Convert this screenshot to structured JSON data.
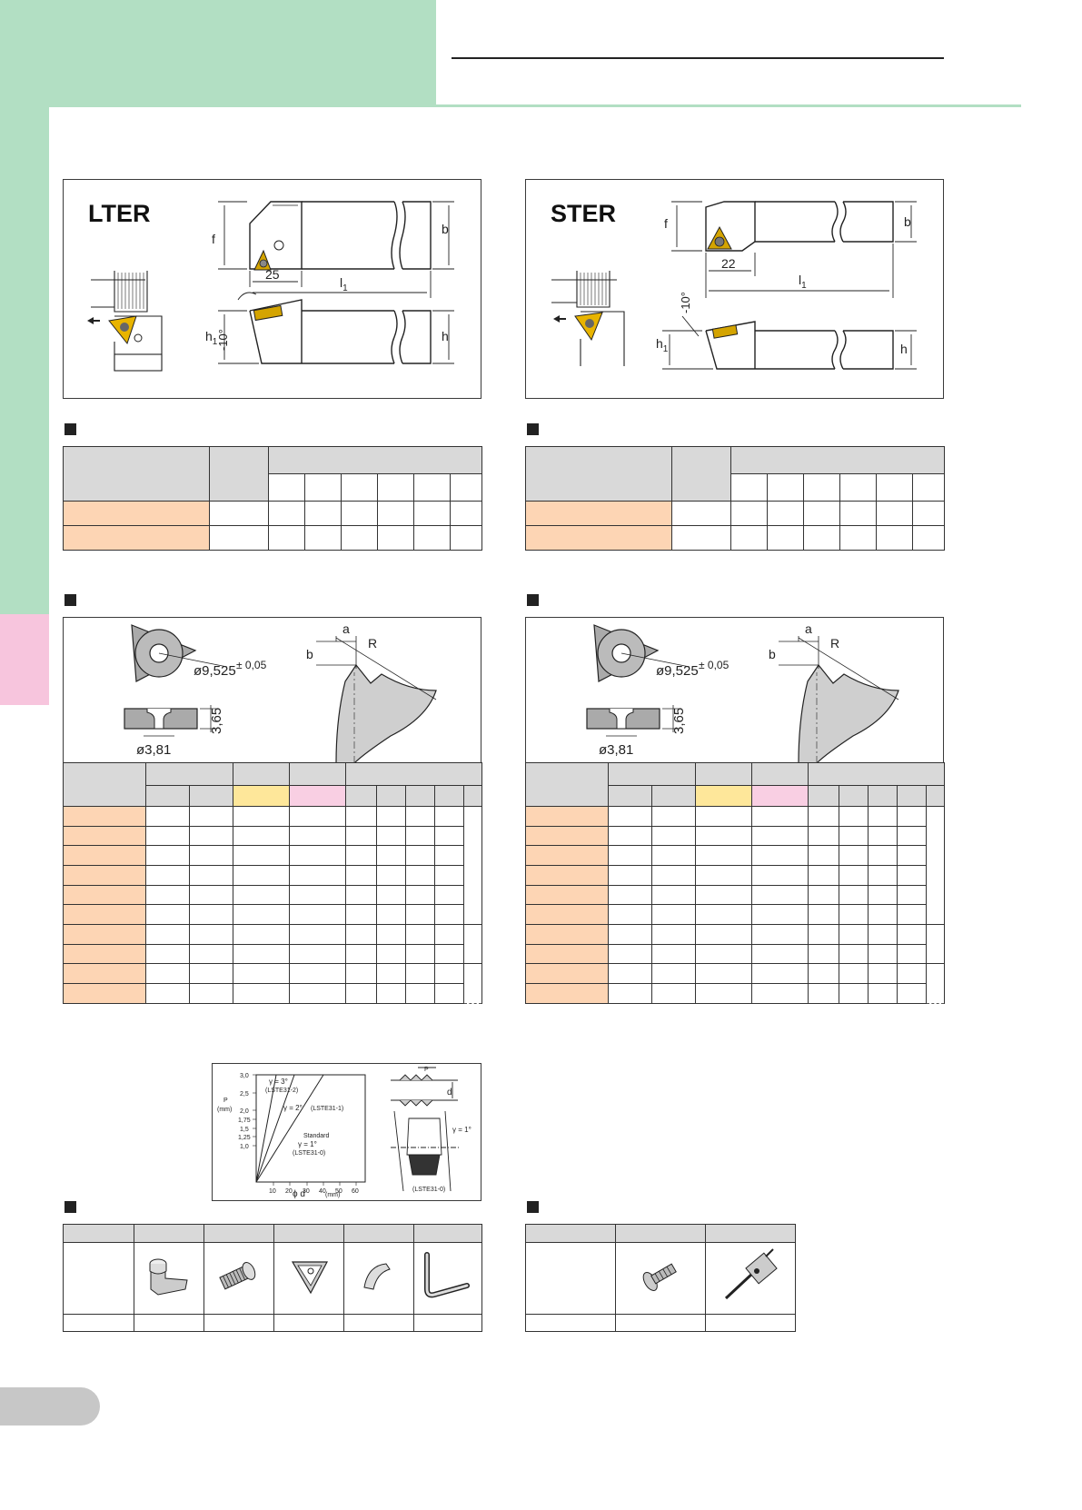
{
  "header": {
    "colors": {
      "section_green": "#b2dfc3",
      "tab_pink": "#f7c5dd",
      "orange_cell": "#fdd5b4",
      "yellow_cell": "#fee79a",
      "grey_header": "#d9d9d9"
    }
  },
  "left_holder": {
    "model": "LTER",
    "dims": {
      "offset": "25",
      "f": "f",
      "b": "b",
      "l1": "l",
      "l1_sub": "1",
      "h": "h",
      "h1": "h",
      "h1_sub": "1",
      "angle": "-10°"
    }
  },
  "right_holder": {
    "model": "STER",
    "dims": {
      "offset": "22",
      "f": "f",
      "b": "b",
      "l1": "l",
      "l1_sub": "1",
      "h": "h",
      "h1": "h",
      "h1_sub": "1",
      "angle": "-10°"
    }
  },
  "insert_drawing": {
    "inscribed_circle": "ø9,525",
    "tolerance": "± 0,05",
    "thickness": "3,65",
    "hole": "ø3,81",
    "a": "a",
    "b": "b",
    "R": "R"
  },
  "helix_chart": {
    "y_axis_label": "P",
    "y_axis_unit": "(mm)",
    "y_ticks": [
      "3,0",
      "2,5",
      "2,0",
      "1,75",
      "1,5",
      "1,25",
      "1,0"
    ],
    "x_ticks": [
      "10",
      "20",
      "30",
      "40",
      "50",
      "60"
    ],
    "x_axis_label": "ϕ d",
    "x_axis_unit": "(mm)",
    "line_labels": [
      {
        "gamma": "γ = 3°",
        "code": "(LSTE31-2)"
      },
      {
        "gamma": "γ = 2°",
        "code": "(LSTE31-1)"
      },
      {
        "gamma": "γ = 1°",
        "code": "(LSTE31-0)",
        "note": "Standard"
      }
    ],
    "section_labels": {
      "p": "P",
      "d": "d",
      "gamma": "γ = 1°",
      "code": "(LSTE31-0)"
    }
  }
}
